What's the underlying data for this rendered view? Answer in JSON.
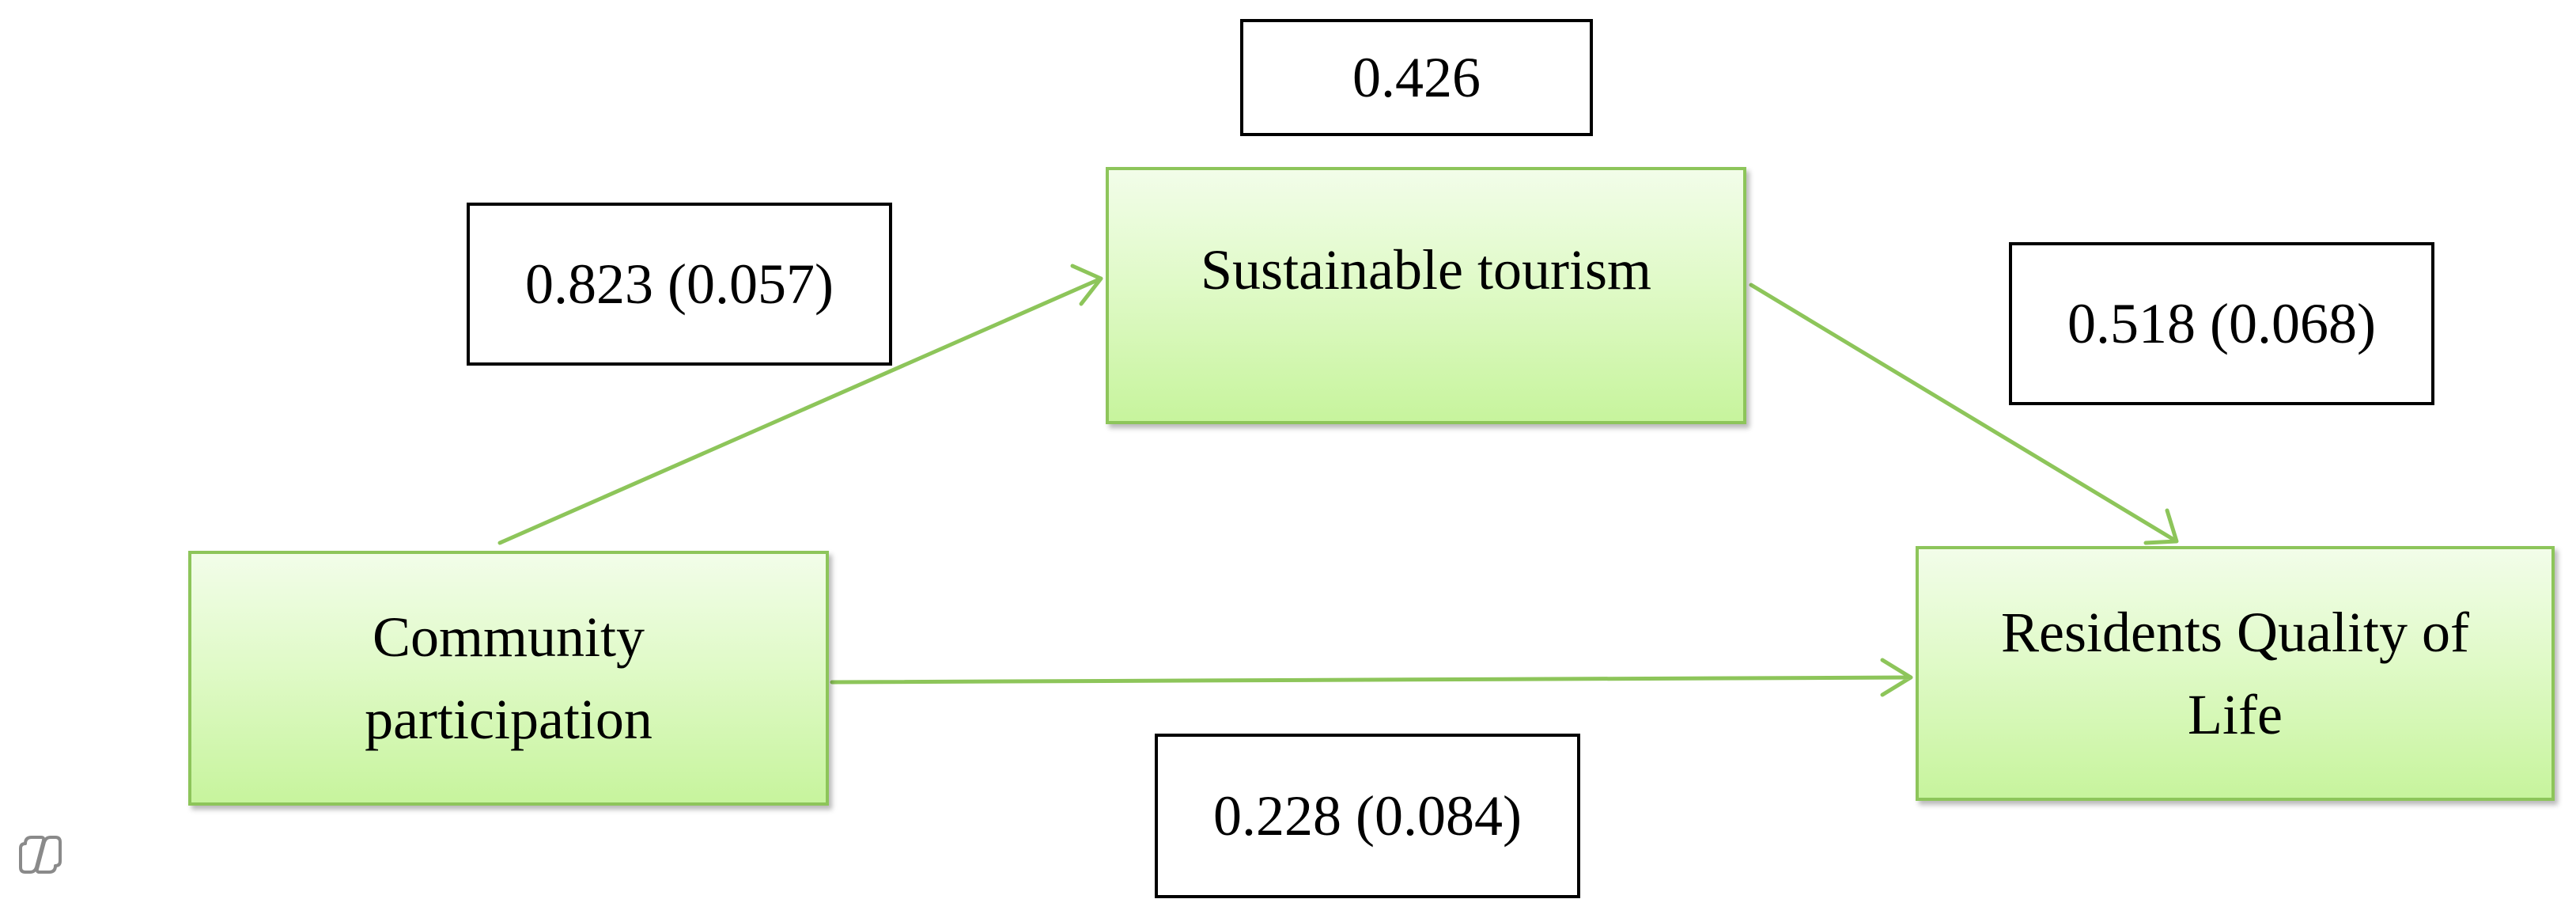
{
  "diagram": {
    "nodes": {
      "sustainable_tourism": "Sustainable tourism",
      "community_participation": {
        "line1": "Community",
        "line2": "participation"
      },
      "residents_quality_of_life": {
        "line1": "Residents Quality of",
        "line2": "Life"
      }
    },
    "coefficients": {
      "r_squared": "0.426",
      "community_to_tourism": "0.823 (0.057)",
      "tourism_to_quality": "0.518 (0.068)",
      "community_to_quality": "0.228 (0.084)"
    },
    "edges": [
      {
        "from": "Community participation",
        "to": "Sustainable tourism"
      },
      {
        "from": "Sustainable tourism",
        "to": "Residents Quality of Life"
      },
      {
        "from": "Community participation",
        "to": "Residents Quality of Life"
      }
    ],
    "colors": {
      "node_border": "#8dc55a",
      "arrow": "#8dc55a",
      "box_border": "#000000"
    },
    "watermark_icon": "copilot-icon"
  }
}
